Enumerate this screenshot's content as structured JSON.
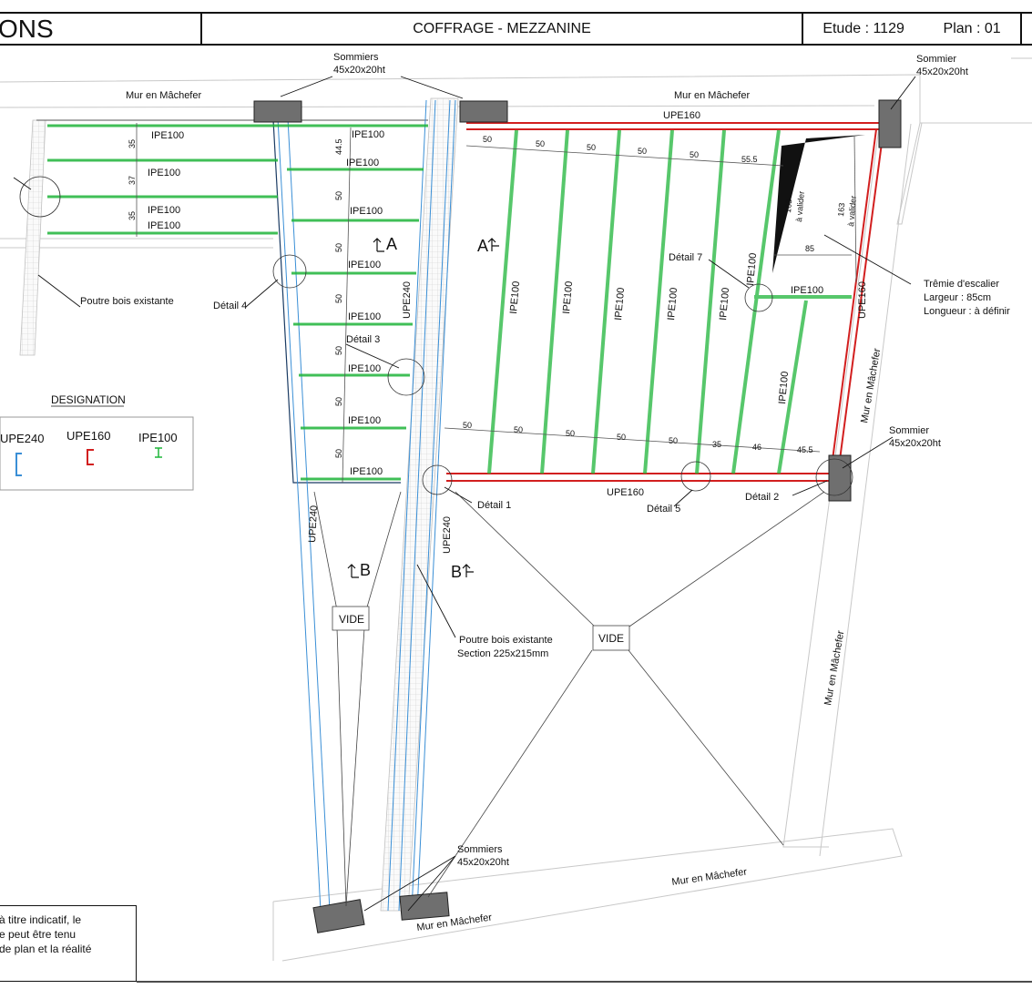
{
  "header": {
    "title": "ONS",
    "subject": "COFFRAGE - MEZZANINE",
    "etude": "Etude : 1129",
    "plan": "Plan : 01"
  },
  "note": {
    "lines": [
      "à titre indicatif, le",
      "e peut être tenu",
      "de plan et la réalité"
    ]
  },
  "legend": {
    "heading": "DESIGNATION",
    "items": [
      {
        "label": "UPE240",
        "color": "#3a8fd6"
      },
      {
        "label": "UPE160",
        "color": "#d21f1f"
      },
      {
        "label": "IPE100",
        "color": "#1fb53a"
      }
    ]
  },
  "walls": {
    "top_left": "Mur en Mâchefer",
    "top_right": "Mur en Mâchefer",
    "right": "Mur en Mâchefer",
    "right_lower": "Mur en Mâchefer",
    "bottom_mid": "Mur en Mâchefer",
    "bottom_left": "Mur en Mâchefer"
  },
  "sommiers": {
    "top_label": "Sommiers",
    "top_size": "45x20x20ht",
    "top_right_label": "Sommier",
    "top_right_size": "45x20x20ht",
    "mid_right_label": "Sommier",
    "mid_right_size": "45x20x20ht",
    "bottom_label": "Sommiers",
    "bottom_size": "45x20x20ht"
  },
  "beams": {
    "ipe": "IPE100",
    "upe160": "UPE160",
    "upe240": "UPE240"
  },
  "details": {
    "d1": "Détail 1",
    "d2": "Détail 2",
    "d3": "Détail 3",
    "d4": "Détail 4",
    "d5": "Détail 5",
    "d7": "Détail 7"
  },
  "sections": {
    "a": "A",
    "b": "B"
  },
  "annotations": {
    "poutre_bois": "Poutre bois existante",
    "poutre_bois2": "Poutre bois existante",
    "poutre_section": "Section 225x215mm",
    "tremie": "Trêmie d'escalier",
    "largeur": "Largeur : 85cm",
    "longueur": "Longueur : à définir",
    "vide": "VIDE",
    "a_valider": "à valider"
  },
  "dims": {
    "left": [
      "35",
      "37",
      "35"
    ],
    "mid": [
      "44.5",
      "50",
      "50",
      "50",
      "50",
      "50",
      "50"
    ],
    "top": [
      "50",
      "50",
      "50",
      "50",
      "50",
      "55.5"
    ],
    "bottom": [
      "50",
      "50",
      "50",
      "50",
      "50",
      "35",
      "46",
      "45.5"
    ],
    "tremie_w": "85",
    "tremie_h": "163"
  }
}
